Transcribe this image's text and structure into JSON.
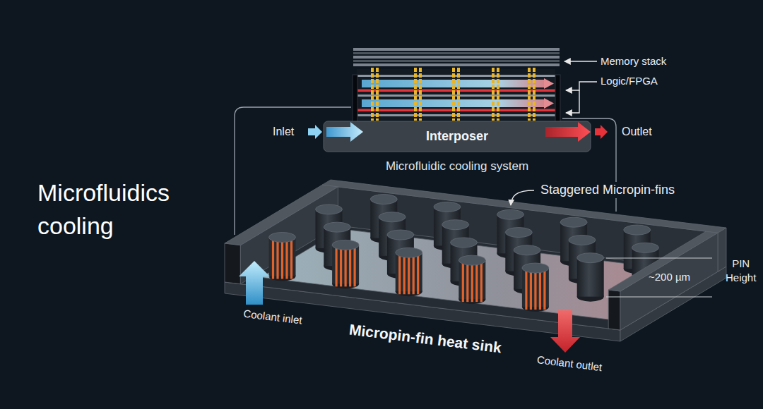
{
  "diagram": {
    "title": "Microfluidics cooling",
    "nodes": [
      {
        "text": [
          "Interposer"
        ]
      },
      {
        "text": [
          "Micropin-fin heat sink"
        ]
      }
    ],
    "labels": [
      "Memory stack",
      "Logic/FPGA",
      "Inlet",
      "Outlet",
      "Microfluidic cooling system",
      "Staggered Micropin-fins",
      "~200 µm",
      "PIN Height",
      "Coolant inlet",
      "Coolant outlet"
    ]
  }
}
